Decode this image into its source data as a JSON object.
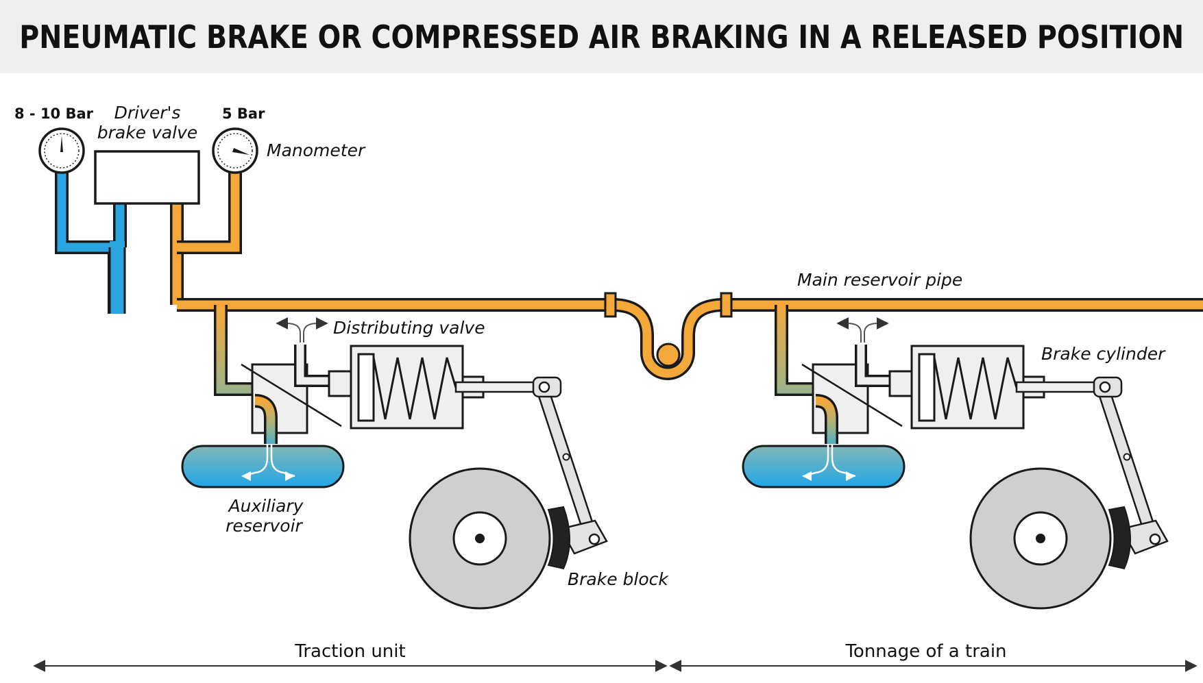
{
  "title": "PNEUMATIC BRAKE OR COMPRESSED AIR BRAKING IN A RELEASED POSITION",
  "labels": {
    "pressure_left": "8 - 10 Bar",
    "pressure_right": "5 Bar",
    "drivers_valve_line1": "Driver's",
    "drivers_valve_line2": "brake valve",
    "manometer": "Manometer",
    "main_reservoir_pipe": "Main reservoir pipe",
    "distributing_valve": "Distributing valve",
    "brake_cylinder": "Brake cylinder",
    "auxiliary_line1": "Auxiliary",
    "auxiliary_line2": "reservoir",
    "brake_block": "Brake block",
    "traction_unit": "Traction unit",
    "tonnage": "Tonnage of a train"
  },
  "colors": {
    "compressed_air": "#f5a83a",
    "reservoir_air": "#2aa5e0",
    "outline": "#1a1a1a",
    "wheel": "#cfcfcf",
    "component_fill": "#efefef"
  }
}
